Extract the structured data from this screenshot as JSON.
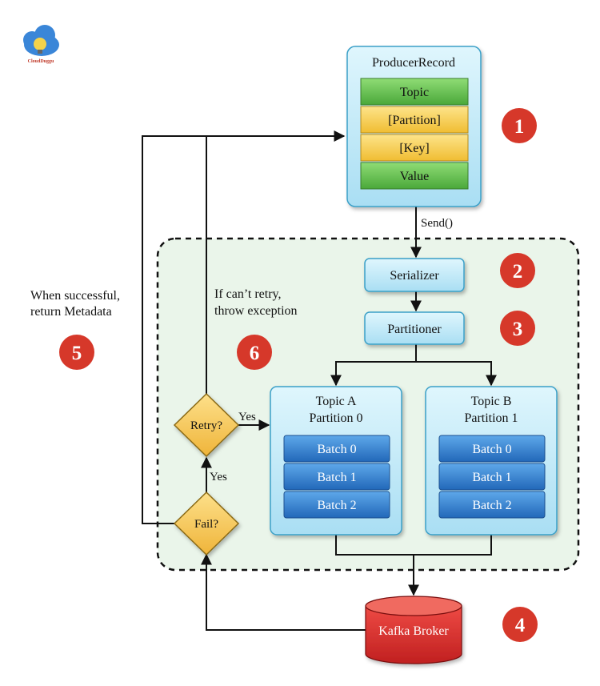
{
  "logo": {
    "icon": "cloud-lightbulb-icon",
    "text": "CloudDuggu"
  },
  "producer_record": {
    "title": "ProducerRecord",
    "fields": [
      "Topic",
      "[Partition]",
      "[Key]",
      "Value"
    ]
  },
  "labels": {
    "send": "Send()",
    "serializer": "Serializer",
    "partitioner": "Partitioner",
    "when_successful_line1": "When successful,",
    "when_successful_line2": "return Metadata",
    "cant_retry_line1": "If can’t retry,",
    "cant_retry_line2": "throw exception",
    "retry": "Retry?",
    "fail": "Fail?",
    "yes_right": "Yes",
    "yes_up": "Yes",
    "broker": "Kafka Broker"
  },
  "partitions": [
    {
      "title_line1": "Topic A",
      "title_line2": "Partition 0",
      "batches": [
        "Batch 0",
        "Batch 1",
        "Batch 2"
      ]
    },
    {
      "title_line1": "Topic B",
      "title_line2": "Partition 1",
      "batches": [
        "Batch 0",
        "Batch 1",
        "Batch 2"
      ]
    }
  ],
  "step_badges": [
    "1",
    "2",
    "3",
    "4",
    "5",
    "6"
  ],
  "colors": {
    "badge_red": "#d6382a",
    "green_field": "#5fbf4a",
    "yellow_field": "#f6cf4a",
    "light_blue": "#bfe9f7",
    "batch_blue": "#2f7fd0",
    "diamond_yellow": "#f6cc5a",
    "broker_red": "#d93030",
    "region_green": "#eaf5ea"
  }
}
